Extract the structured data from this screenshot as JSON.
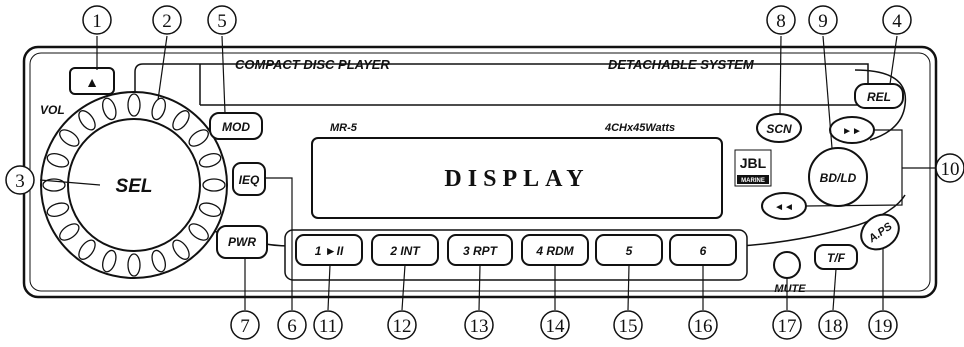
{
  "panel": {
    "top_left_label": "COMPACT DISC PLAYER",
    "top_right_label": "DETACHABLE SYSTEM",
    "vol_label": "VOL",
    "model_label": "MR-5",
    "power_label": "4CHx45Watts",
    "display_text": "DISPLAY",
    "brand_logo": "JBL",
    "brand_sub": "MARINE",
    "mute_label": "MUTE"
  },
  "buttons": {
    "eject": "▲",
    "sel": "SEL",
    "mod": "MOD",
    "ieq": "IEQ",
    "pwr": "PWR",
    "preset1": "1 ►II",
    "preset2": "2 INT",
    "preset3": "3 RPT",
    "preset4": "4 RDM",
    "preset5": "5",
    "preset6": "6",
    "scn": "SCN",
    "rel": "REL",
    "next": "►►",
    "prev": "◄◄",
    "bdld": "BD/LD",
    "tf": "T/F",
    "aps": "A.PS"
  },
  "callouts": [
    "1",
    "2",
    "3",
    "4",
    "5",
    "6",
    "7",
    "8",
    "9",
    "10",
    "11",
    "12",
    "13",
    "14",
    "15",
    "16",
    "17",
    "18",
    "19"
  ]
}
